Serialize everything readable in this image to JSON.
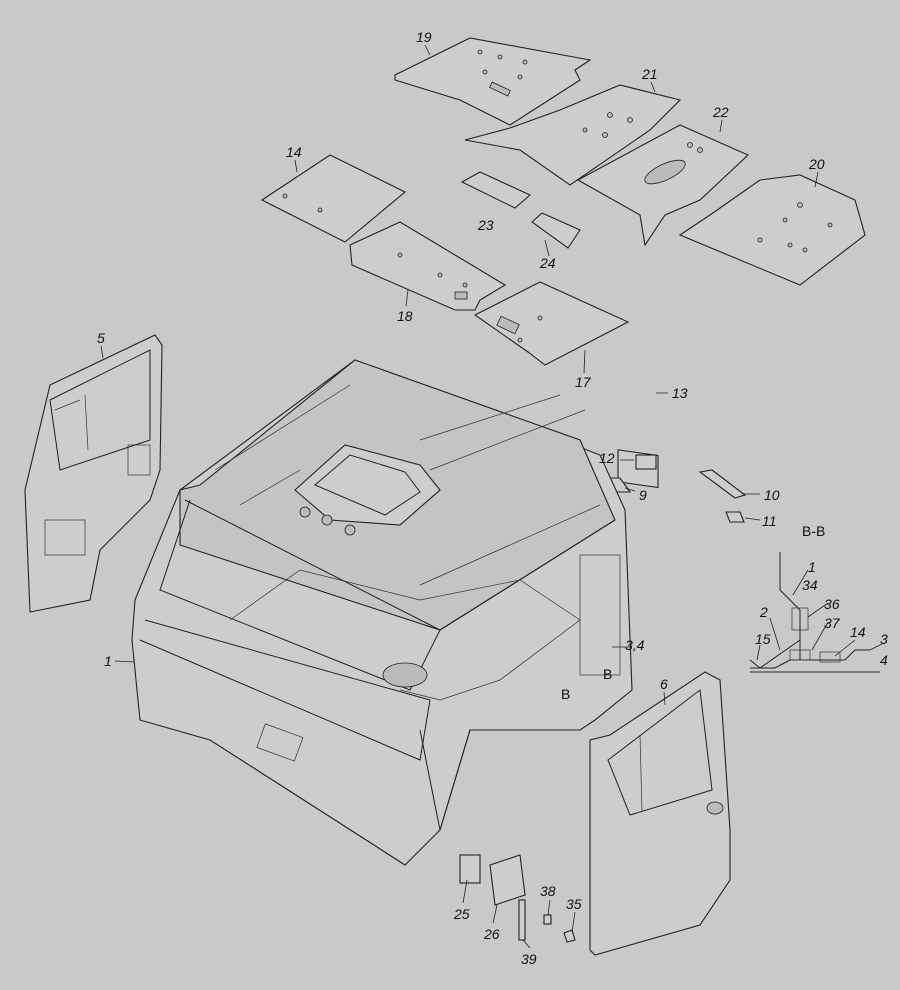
{
  "diagram": {
    "labels": {
      "p19": "19",
      "p21": "21",
      "p22": "22",
      "p20": "20",
      "p14a": "14",
      "p23": "23",
      "p24": "24",
      "p18": "18",
      "p17": "17",
      "p13": "13",
      "p12": "12",
      "p9": "9",
      "p10": "10",
      "p11": "11",
      "p5": "5",
      "p6": "6",
      "p1": "1",
      "p34": "3,4",
      "pB1": "B",
      "pB2": "B",
      "p25": "25",
      "p26": "26",
      "p38": "38",
      "p35": "35",
      "p39": "39"
    },
    "section": {
      "title": "B-B",
      "labels": {
        "s1": "1",
        "s34": "34",
        "s36": "36",
        "s37": "37",
        "s2": "2",
        "s14": "14",
        "s3": "3",
        "s15": "15",
        "s4": "4"
      }
    }
  }
}
